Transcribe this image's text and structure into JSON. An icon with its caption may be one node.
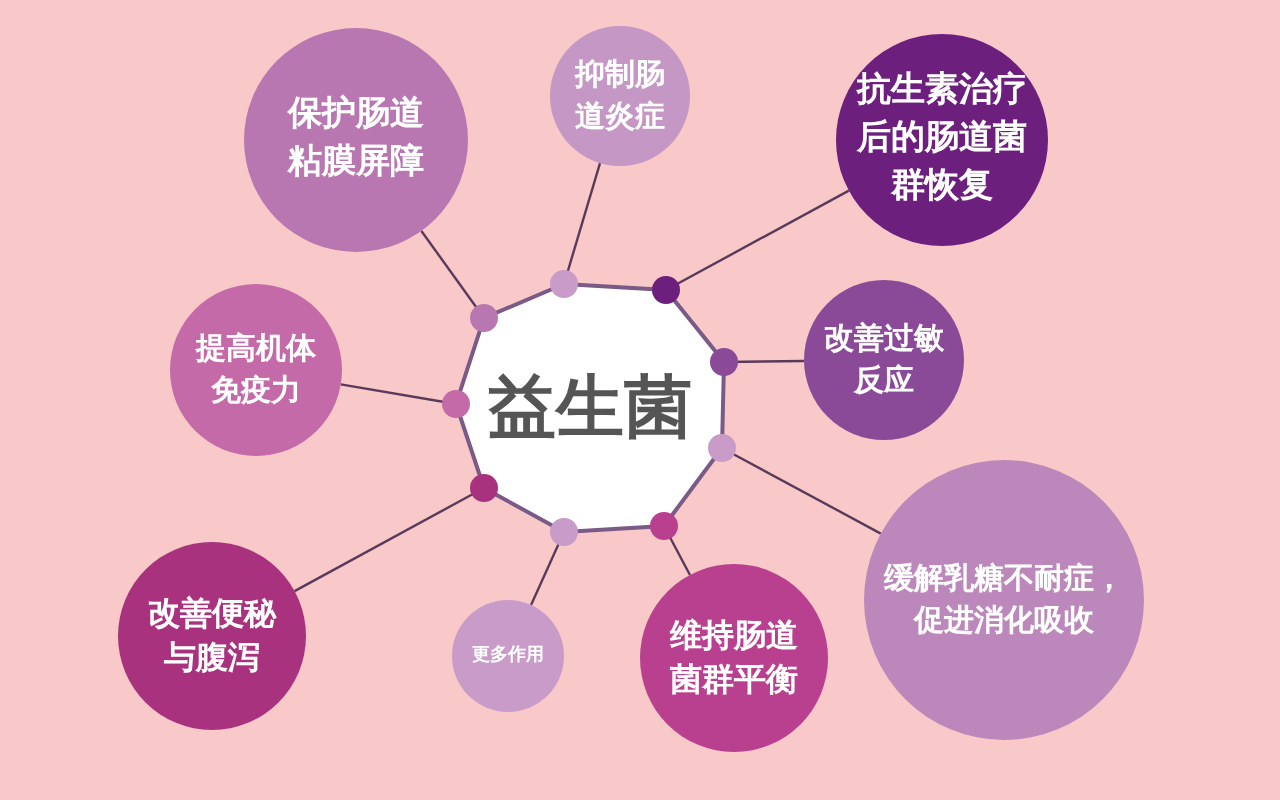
{
  "diagram": {
    "nodes": [
      {
        "text": [
          "益生菌"
        ]
      },
      {
        "text": [
          "保护肠道粘膜屏障"
        ]
      },
      {
        "text": [
          "抑制肠道炎症"
        ]
      },
      {
        "text": [
          "抗生素治疗后的肠道菌群恢复"
        ]
      },
      {
        "text": [
          "提高机体免疫力"
        ]
      },
      {
        "text": [
          "改善过敏反应"
        ]
      },
      {
        "text": [
          "缓解乳糖不耐症，促进消化吸收"
        ]
      },
      {
        "text": [
          "改善便秘与腹泻"
        ]
      },
      {
        "text": [
          "更多作用"
        ]
      },
      {
        "text": [
          "维持肠道菌群平衡"
        ]
      }
    ],
    "edges": [
      {
        "from": 0,
        "to": 1,
        "arrow": "none"
      },
      {
        "from": 0,
        "to": 2,
        "arrow": "none"
      },
      {
        "from": 0,
        "to": 3,
        "arrow": "none"
      },
      {
        "from": 0,
        "to": 4,
        "arrow": "none"
      },
      {
        "from": 0,
        "to": 5,
        "arrow": "none"
      },
      {
        "from": 0,
        "to": 6,
        "arrow": "none"
      },
      {
        "from": 0,
        "to": 7,
        "arrow": "none"
      },
      {
        "from": 0,
        "to": 8,
        "arrow": "none"
      },
      {
        "from": 0,
        "to": 9,
        "arrow": "none"
      }
    ]
  }
}
